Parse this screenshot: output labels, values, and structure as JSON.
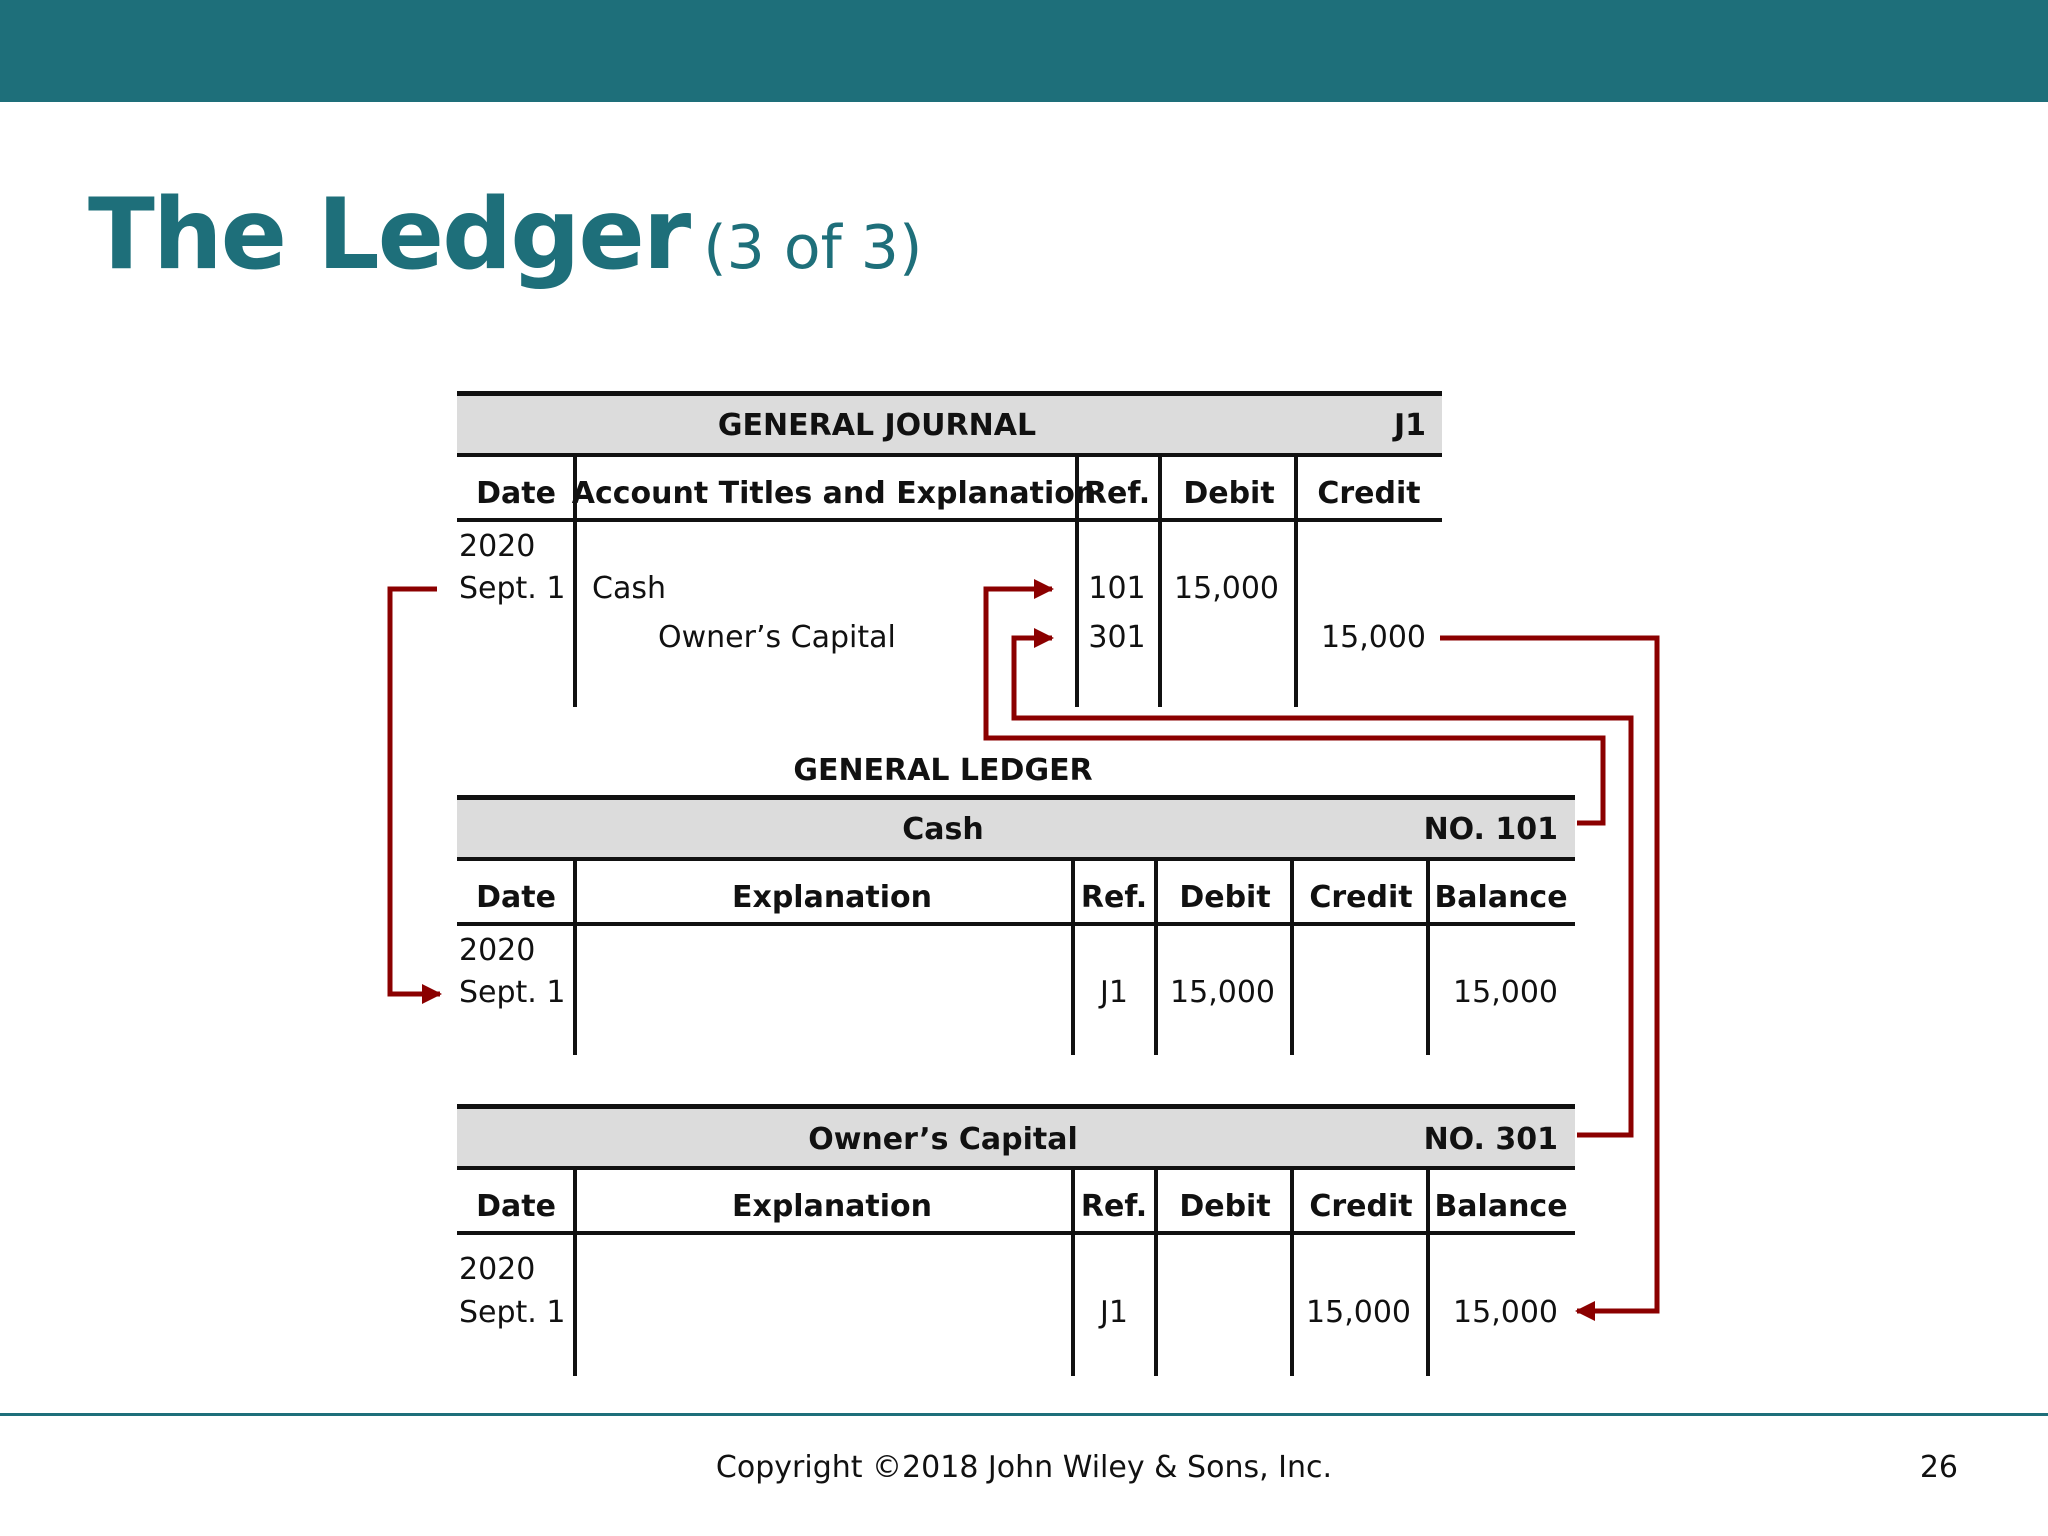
{
  "slide": {
    "title": "The Ledger",
    "subtitle": "(3 of 3)",
    "copyright": "Copyright ©2018 John Wiley & Sons, Inc.",
    "page_number": "26",
    "colors": {
      "header_bar": "#1e6f7a",
      "title": "#1e6f7a",
      "arrow": "#8b0000",
      "band": "#dcdcdc"
    }
  },
  "journal": {
    "title": "GENERAL JOURNAL",
    "number": "J1",
    "columns": [
      "Date",
      "Account Titles and Explanation",
      "Ref.",
      "Debit",
      "Credit"
    ],
    "year": "2020",
    "date": "Sept. 1",
    "rows": [
      {
        "account": "Cash",
        "ref": "101",
        "debit": "15,000",
        "credit": ""
      },
      {
        "account": "Owner’s Capital",
        "ref": "301",
        "debit": "",
        "credit": "15,000"
      }
    ]
  },
  "ledger": {
    "title": "GENERAL LEDGER",
    "accounts": [
      {
        "name": "Cash",
        "number": "NO. 101",
        "columns": [
          "Date",
          "Explanation",
          "Ref.",
          "Debit",
          "Credit",
          "Balance"
        ],
        "year": "2020",
        "date": "Sept. 1",
        "ref": "J1",
        "debit": "15,000",
        "credit": "",
        "balance": "15,000"
      },
      {
        "name": "Owner’s Capital",
        "number": "NO. 301",
        "columns": [
          "Date",
          "Explanation",
          "Ref.",
          "Debit",
          "Credit",
          "Balance"
        ],
        "year": "2020",
        "date": "Sept. 1",
        "ref": "J1",
        "debit": "",
        "credit": "15,000",
        "balance": "15,000"
      }
    ]
  }
}
